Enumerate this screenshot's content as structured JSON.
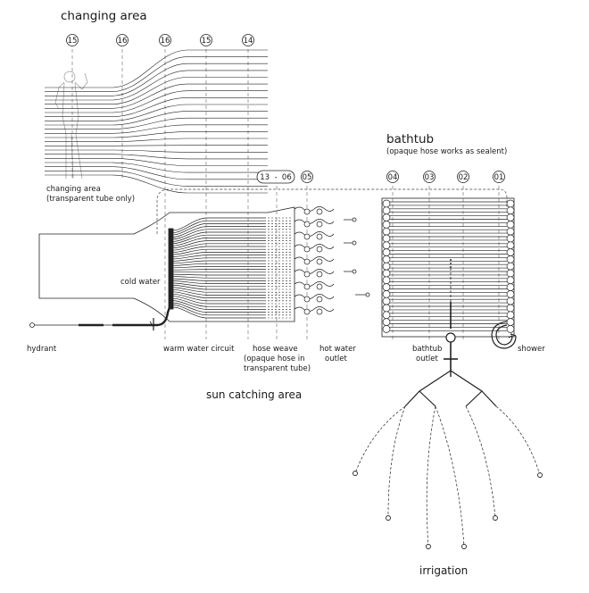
{
  "titles": {
    "changing_area": "changing area",
    "bathtub": "bathtub",
    "bathtub_note": "(opaque hose works as sealent)",
    "sun_catching_area": "sun catching area",
    "irrigation": "irrigation"
  },
  "markers": {
    "m1": "15",
    "m2": "16",
    "m3": "16",
    "m4": "15",
    "m5": "14",
    "range": "13  -  06",
    "m6": "05",
    "m7": "04",
    "m8": "03",
    "m9": "02",
    "m10": "01"
  },
  "labels": {
    "changing_line1": "changing area",
    "changing_line2": "(transparent tube only)",
    "cold_water": "cold water",
    "hydrant": "hydrant",
    "warm_water_circuit": "warm water circuit",
    "hose_weave_line1": "hose weave",
    "hose_weave_line2": "(opaque hose in",
    "hose_weave_line3": "transparent tube)",
    "hot_water_line1": "hot water",
    "hot_water_line2": "outlet",
    "bathtub_outlet_line1": "bathtub",
    "bathtub_outlet_line2": "outlet",
    "shower": "shower"
  }
}
